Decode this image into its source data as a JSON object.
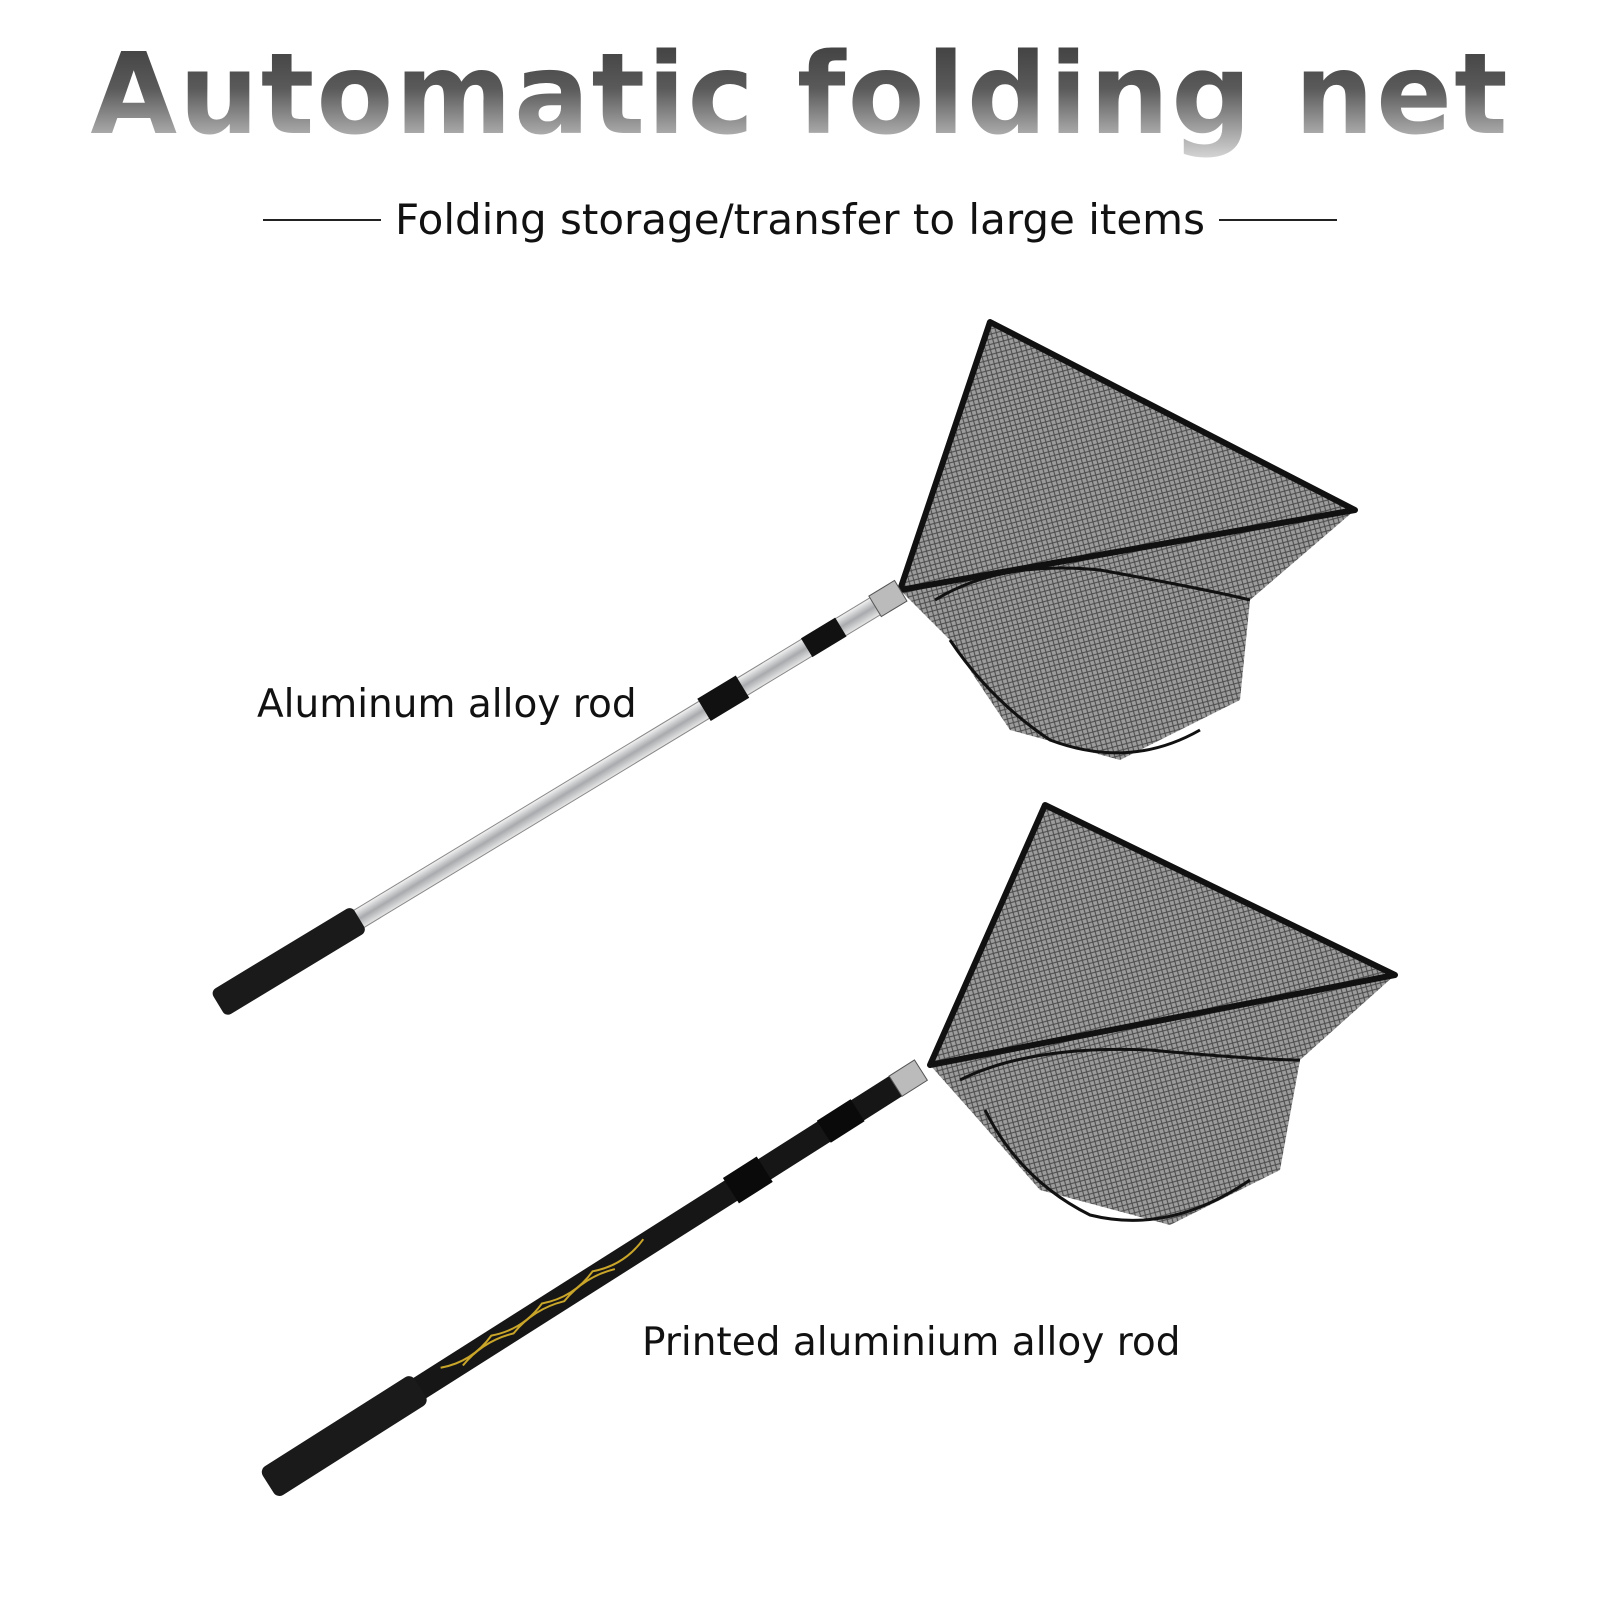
{
  "header": {
    "title": "Automatic folding net",
    "subtitle": "Folding storage/transfer to large items"
  },
  "products": [
    {
      "label": "Aluminum alloy rod",
      "rod_color": "#c8cacc"
    },
    {
      "label": "Printed aluminium alloy rod",
      "rod_color": "#1a1a1a"
    }
  ]
}
